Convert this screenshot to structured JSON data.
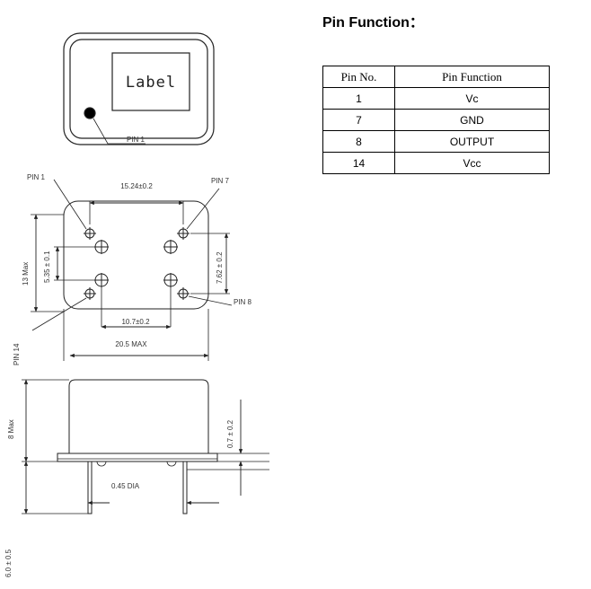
{
  "diagram": {
    "top_view": {
      "label": "Label",
      "pin1": "PIN 1"
    },
    "footprint": {
      "pin1": "PIN 1",
      "pin7": "PIN 7",
      "pin8": "PIN 8",
      "pin14": "PIN 14",
      "dim_pitch_h": "15.24±0.2",
      "dim_13max": "13 Max",
      "dim_535": "5.35 ± 0.1",
      "dim_762": "7.62 ± 0.2",
      "dim_107": "10.7±0.2",
      "dim_205": "20.5 MAX"
    },
    "side_view": {
      "dim_8max": "8 Max",
      "dim_07": "0.7 ± 0.2",
      "dim_045": "0.45 DIA",
      "dim_60": "6.0 ± 0.5"
    }
  },
  "pin_function": {
    "title": "Pin Function：",
    "headers": [
      "Pin No.",
      "Pin Function"
    ],
    "rows": [
      [
        "1",
        "Vc"
      ],
      [
        "7",
        "GND"
      ],
      [
        "8",
        "OUTPUT"
      ],
      [
        "14",
        "Vcc"
      ]
    ]
  }
}
